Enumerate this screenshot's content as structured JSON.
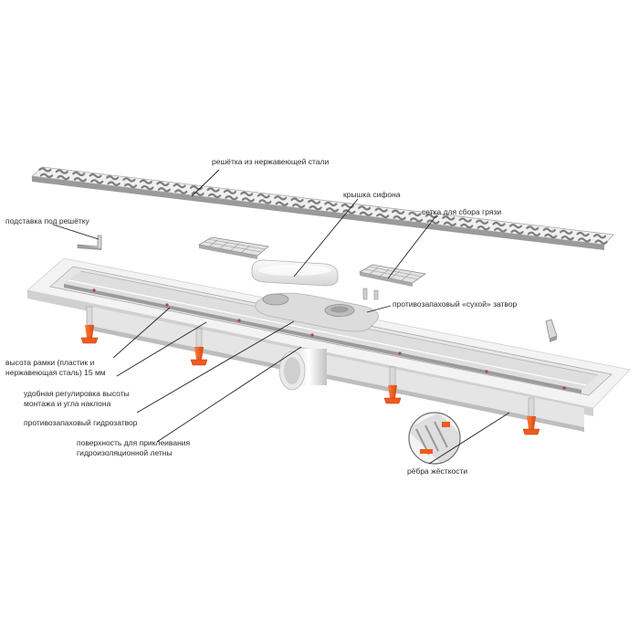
{
  "diagram": {
    "labels": {
      "grate": "решётка из нержавеющей стали",
      "grate_stand": "подставка под решётку",
      "siphon_cover": "крышка сифона",
      "dirt_mesh": "сетка для сбора грязи",
      "dry_seal": "противозапаховый «сухой» затвор",
      "frame_height_1": "высота рамки (пластик и",
      "frame_height_2": "нержавеющая сталь) 15 мм",
      "height_adjust_1": "удобная регулировка высоты",
      "height_adjust_2": "монтажа и угла наклона",
      "water_seal": "противозапаховый гидрозатвор",
      "membrane_surface_1": "поверхность для приклеивания",
      "membrane_surface_2": "гидроизоляционной летны",
      "ribs": "рёбра жёсткости"
    },
    "colors": {
      "steel_light": "#e9e9e9",
      "steel_dark": "#8f8f8f",
      "plastic": "#f1f1f1",
      "plastic_shadow": "#c9c9c9",
      "legs_orange": "#f05a1e",
      "leader_line": "#222222"
    }
  }
}
